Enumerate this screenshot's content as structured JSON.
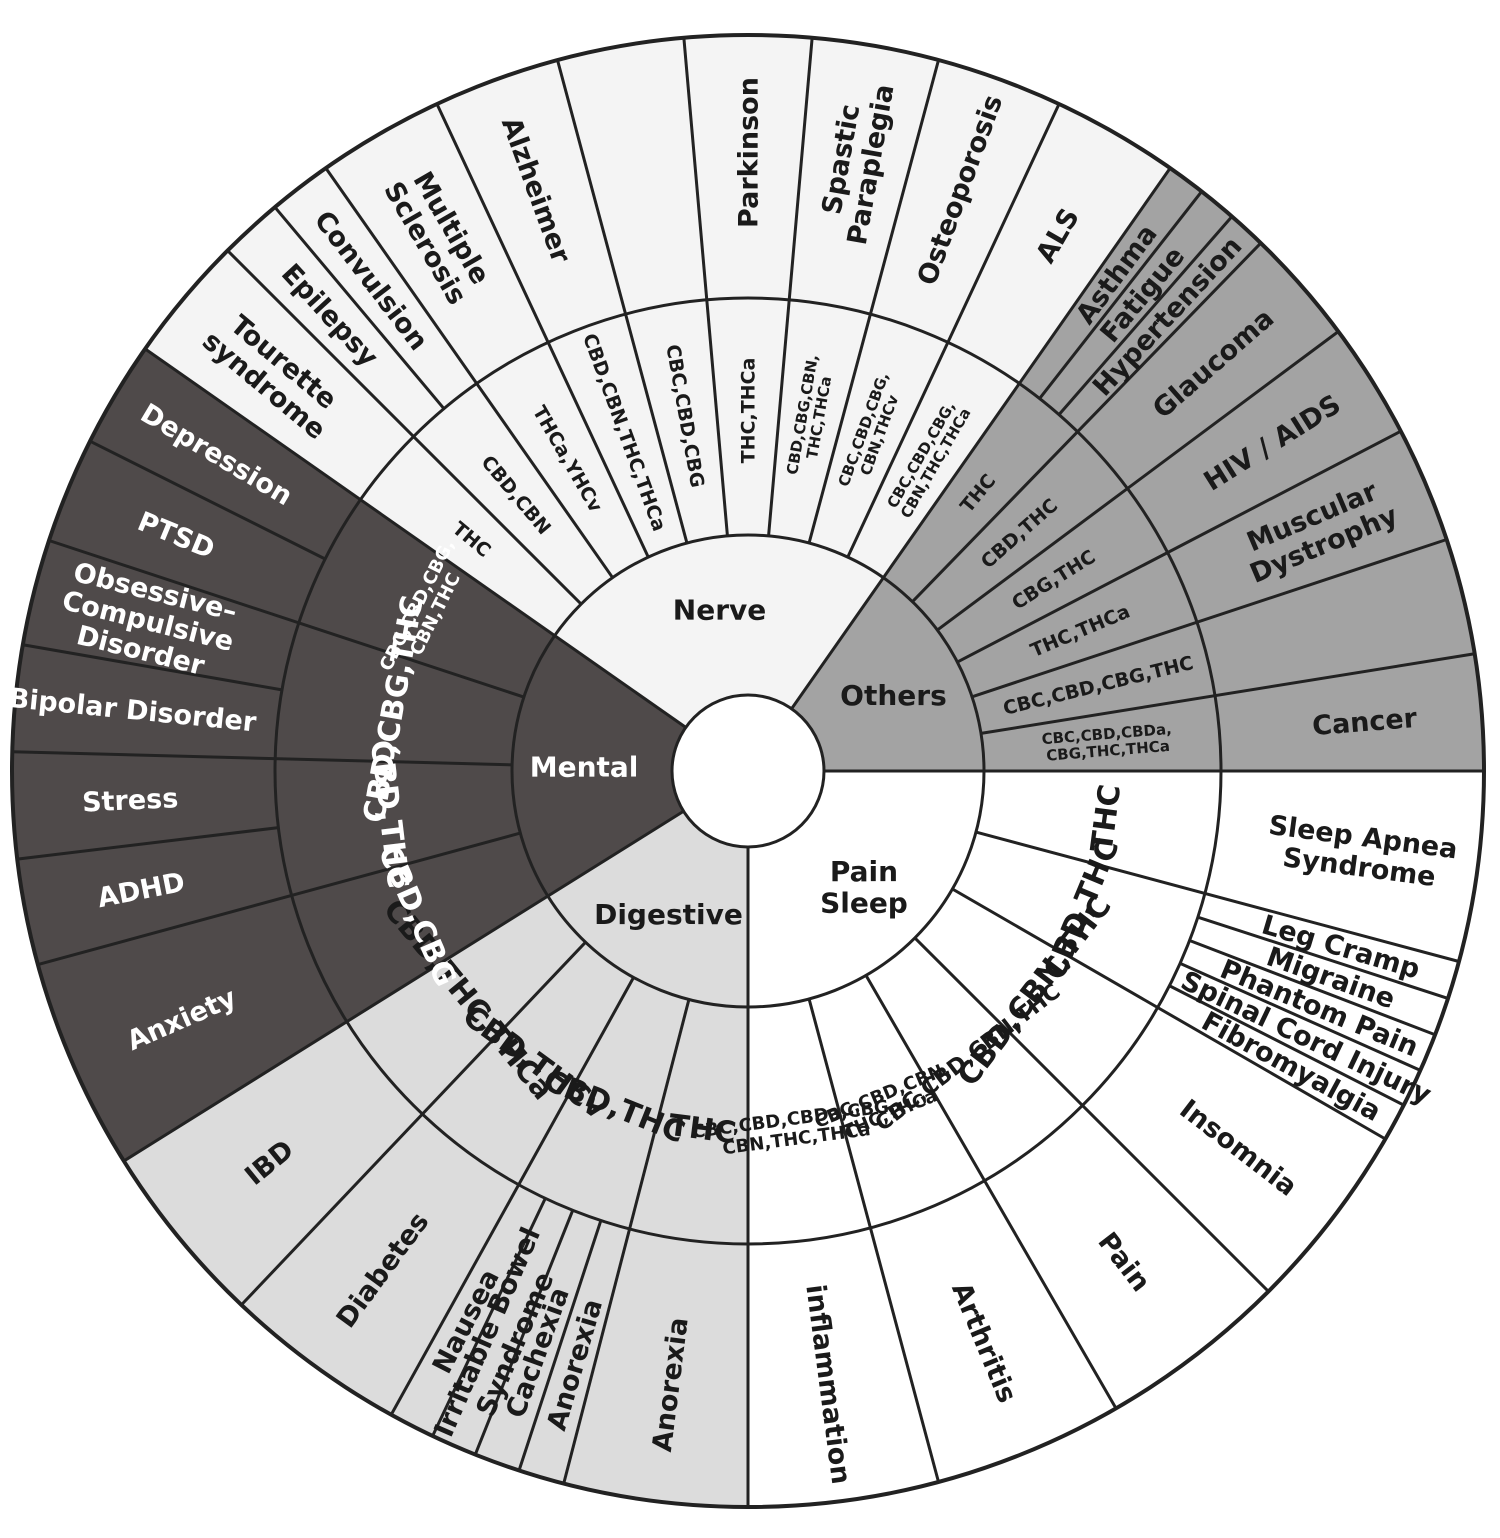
{
  "categories": [
    {
      "name": "Pain\nSleep",
      "color": "#ffffff",
      "text_color": "#1a1a1a",
      "groups": [
        {
          "label": "THC",
          "conditions": [
            "Sleep Apnea\nSyndrome"
          ]
        },
        {
          "label": "CBD,THC",
          "conditions": [
            "Leg Cramp",
            "Migraine",
            "Phantom Pain",
            "Spinal Cord Injury",
            "Fibromyalgia"
          ]
        },
        {
          "label": "CBD,CBN,THC",
          "conditions": [
            "Insomnia"
          ]
        },
        {
          "label": "CBC,CBD,CBN,THC",
          "conditions": [
            "Pain"
          ]
        },
        {
          "label": "CBC,CBD,CBN,\nTHC,THCa",
          "conditions": [
            "Arthritis"
          ]
        },
        {
          "label": "CBC,CBD,CBDa,CBG,\nCBN,THC,THCa",
          "conditions": [
            "inflammation"
          ]
        }
      ]
    },
    {
      "name": "Digestive",
      "color": "#dcdcdc",
      "text_color": "#1a1a1a",
      "groups": [
        {
          "label": "THC",
          "conditions": [
            "Anorexia"
          ]
        },
        {
          "label": "CBD,THC",
          "conditions": [
            "Anorexia",
            "Cachexia",
            "Irritable Bowel\nSyndrome",
            "Nausea"
          ]
        },
        {
          "label": "CBD,THCv",
          "conditions": [
            "Diabetes"
          ]
        },
        {
          "label": "CBD,THC,THCa",
          "conditions": [
            "IBD"
          ]
        }
      ]
    },
    {
      "name": "Mental",
      "color": "#4f4a4a",
      "text_color": "#ffffff",
      "groups": [
        {
          "label": "CBD,CBG",
          "conditions": [
            "Anxiety"
          ]
        },
        {
          "label": "CBD,THC",
          "conditions": [
            "ADHD",
            "Stress"
          ]
        },
        {
          "label": "CBD,CBG,THC",
          "conditions": [
            "Bipolar Disorder",
            "Obsessive–\nCompulsive\nDisorder"
          ]
        },
        {
          "label": "CBC,CBD,CBG,\nCBN,THC",
          "conditions": [
            "PTSD",
            "Depression"
          ]
        }
      ]
    },
    {
      "name": "Nerve",
      "color": "#f4f4f4",
      "text_color": "#1a1a1a",
      "groups": [
        {
          "label": "THC",
          "conditions": [
            "Tourette\nsyndrome"
          ]
        },
        {
          "label": "CBD,CBN",
          "conditions": [
            "Epilepsy",
            "Convulsion"
          ]
        },
        {
          "label": "THCa,YHCv",
          "conditions": [
            "Multiple\nSclerosis"
          ]
        },
        {
          "label": "CBD,CBN,THC,THCa",
          "conditions": [
            "Alzheimer"
          ]
        },
        {
          "label": "CBC,CBD,CBG",
          "conditions": []
        },
        {
          "label": "THC,THCa",
          "conditions": [
            "Parkinson"
          ]
        },
        {
          "label": "CBD,CBG,CBN,\nTHC,THCa",
          "conditions": [
            "Spastic\nParaplegia"
          ]
        },
        {
          "label": "CBC,CBD,CBG,\nCBN,THCv",
          "conditions": [
            "Osteoporosis"
          ]
        },
        {
          "label": "CBC,CBD,CBG,\nCBN,THC,THCa",
          "conditions": [
            "ALS"
          ]
        }
      ]
    },
    {
      "name": "Others",
      "color": "#a3a3a3",
      "text_color": "#1a1a1a",
      "groups": [
        {
          "label": "THC",
          "conditions": [
            "Asthma",
            "Fatigue",
            "Hypertension"
          ]
        },
        {
          "label": "CBD,THC",
          "conditions": [
            "Glaucoma"
          ]
        },
        {
          "label": "CBG,THC",
          "conditions": [
            "HIV / AIDS"
          ]
        },
        {
          "label": "THC,THCa",
          "conditions": [
            "Muscular\nDystrophy"
          ]
        },
        {
          "label": "CBC,CBD,CBG,THC",
          "conditions": []
        },
        {
          "label": "CBC,CBD,CBDa,\nCBG,THC,THCa",
          "conditions": [
            "Cancer"
          ]
        }
      ]
    }
  ]
}
